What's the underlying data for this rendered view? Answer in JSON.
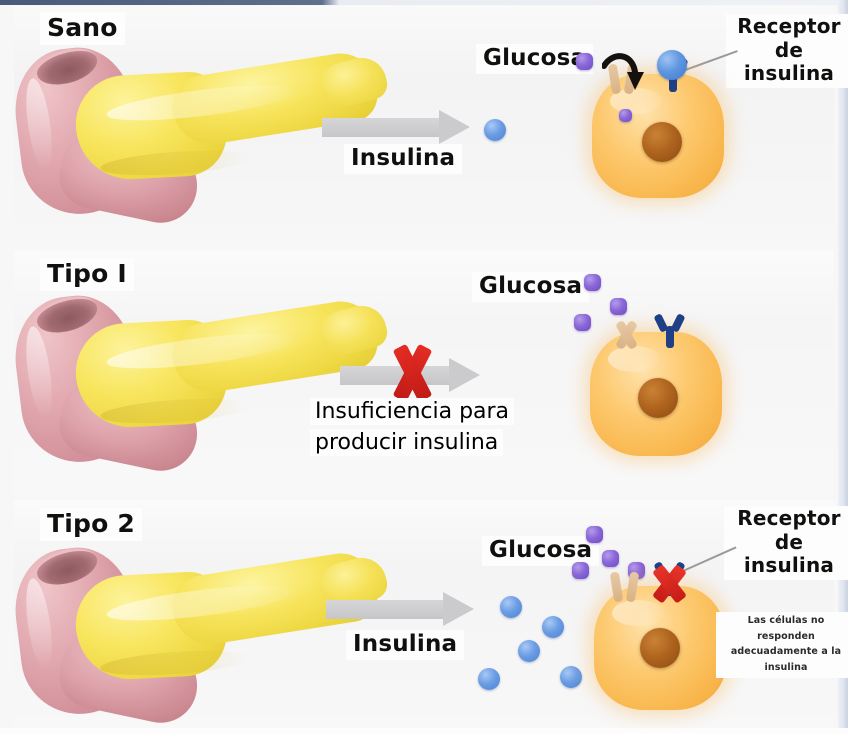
{
  "diagram": {
    "language": "es",
    "subject": "Diabetes: comparación entre páncreas sano, Tipo I y Tipo 2",
    "panel_count": 3
  },
  "colors": {
    "background": "#f4f4f5",
    "pancreas_yellow": "#f5e45c",
    "duodenum_pink": "#d9949c",
    "cell_orange": "#f9b84f",
    "nucleus_brown": "#b0651f",
    "insulin_blue": "#4a82d2",
    "receptor_blue": "#1f3f86",
    "glucose_purple": "#6f4ac4",
    "channel_tan": "#d9b285",
    "arrow_gray": "#cbcbce",
    "x_red": "#e32c24",
    "label_text": "#10100f",
    "label_bg": "#fdfdfd",
    "leader_line": "#9a9a9c"
  },
  "panels": [
    {
      "id": "sano",
      "title": "Sano",
      "arrow_label": "Insulina",
      "glucose_label": "Glucosa",
      "receptor_label_line1": "Receptor de",
      "receptor_label_line2": "insulina",
      "state": {
        "pancreas_produces_insulin": true,
        "insulin_count": 1,
        "glucose_outside_count": 1,
        "glucose_inside_count": 1,
        "channel": "open",
        "receptor": "bound",
        "receptor_blocked": false,
        "arrow_blocked": false
      }
    },
    {
      "id": "tipo1",
      "title": "Tipo I",
      "arrow_label_line1": "Insuficiencia para",
      "arrow_label_line2": "producir insulina",
      "glucose_label": "Glucosa",
      "state": {
        "pancreas_produces_insulin": false,
        "insulin_count": 0,
        "glucose_outside_count": 3,
        "glucose_inside_count": 0,
        "channel": "closed",
        "receptor": "unbound",
        "receptor_blocked": false,
        "arrow_blocked": true
      }
    },
    {
      "id": "tipo2",
      "title": "Tipo 2",
      "arrow_label": "Insulina",
      "glucose_label": "Glucosa",
      "receptor_label_line1": "Receptor de",
      "receptor_label_line2": "insulina",
      "note_line1": "Las células no",
      "note_line2": "responden",
      "note_line3": "adecuadamente a la",
      "note_line4": "insulina",
      "state": {
        "pancreas_produces_insulin": true,
        "insulin_count": 5,
        "glucose_outside_count": 4,
        "glucose_inside_count": 0,
        "channel": "open",
        "receptor": "blocked",
        "receptor_blocked": true,
        "arrow_blocked": false
      }
    }
  ]
}
